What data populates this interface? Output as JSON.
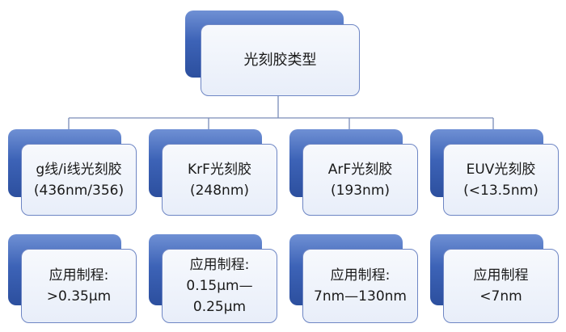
{
  "root": {
    "label": "光刻胶类型"
  },
  "categories": [
    {
      "title": "g线/i线光刻胶\n(436nm/356)",
      "process": "应用制程:\n>0.35μm"
    },
    {
      "title": "KrF光刻胶\n(248nm)",
      "process": "应用制程:\n0.15μm—\n0.25μm"
    },
    {
      "title": "ArF光刻胶\n(193nm)",
      "process": "应用制程:\n7nm—130nm"
    },
    {
      "title": "EUV光刻胶\n(<13.5nm)",
      "process": "应用制程\n<7nm"
    }
  ],
  "colors": {
    "shadow_blue": "#3d63b7",
    "card_fill": "#eef2fa",
    "card_border": "#6e86c4",
    "connector": "#7a8cb8"
  }
}
